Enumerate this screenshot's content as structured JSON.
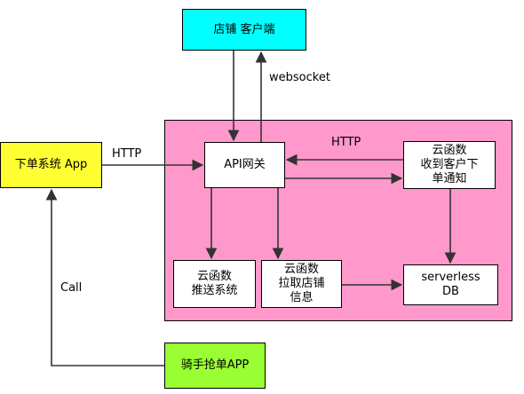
{
  "nodes": {
    "store_client": "店铺 客户端",
    "order_app": "下单系统 App",
    "api_gateway": "API网关",
    "fn_order_notify": "云函数\n收到客户下\n单通知",
    "fn_push": "云函数\n推送系统",
    "fn_fetch_store": "云函数\n拉取店铺\n信息",
    "serverless_db": "serverless\nDB",
    "rider_app": "骑手抢单APP"
  },
  "edge_labels": {
    "websocket": "websocket",
    "http_left": "HTTP",
    "http_right": "HTTP",
    "call": "Call"
  },
  "colors": {
    "store_client": "#00FFFF",
    "order_app": "#FFFF33",
    "rider_app": "#99FF33",
    "cloud_zone": "#FF99CC",
    "inner_box": "#FFFFFF",
    "lines": "#333333"
  }
}
